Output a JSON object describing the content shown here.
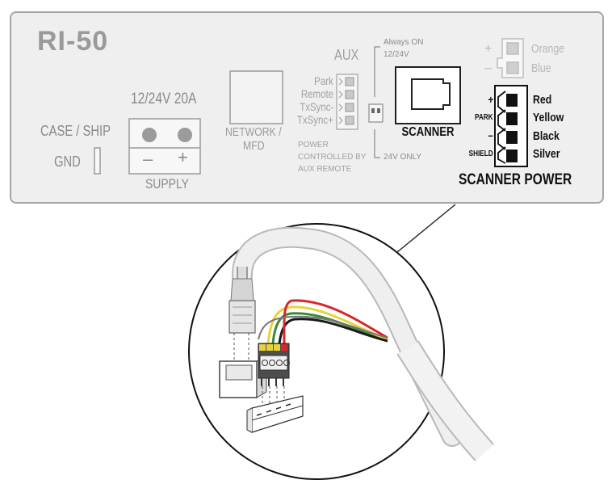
{
  "panel": {
    "model": "RI-50",
    "case_ship": "CASE / SHIP",
    "gnd": "GND",
    "supply_rating": "12/24V 20A",
    "supply_minus": "–",
    "supply_plus": "+",
    "supply_label": "SUPPLY",
    "network_line1": "NETWORK /",
    "network_line2": "MFD",
    "aux": {
      "title": "AUX",
      "pins": [
        "Park",
        "Remote",
        "TxSync-",
        "TxSync+"
      ],
      "note_line1": "POWER",
      "note_line2": "CONTROLLED BY",
      "note_line3": "AUX REMOTE"
    },
    "jumper": {
      "top_line1": "Always ON",
      "top_line2": "12/24V",
      "bottom": "24V ONLY"
    },
    "scanner_label": "SCANNER",
    "optional_connector": {
      "plus": "+",
      "minus": "–",
      "wires": [
        "Orange",
        "Blue"
      ]
    },
    "scanner_power": {
      "title": "SCANNER POWER",
      "pin_labels": [
        "+",
        "PARK",
        "–",
        "SHIELD"
      ],
      "wires": [
        "Red",
        "Yellow",
        "Black",
        "Silver"
      ]
    }
  },
  "colors": {
    "panel_bg": "#efefef",
    "panel_border": "#a6a6a6",
    "wire_red": "#d8282a",
    "wire_yellow": "#e8d43a",
    "wire_black": "#1a1a1a",
    "wire_green": "#3f8a3f"
  }
}
